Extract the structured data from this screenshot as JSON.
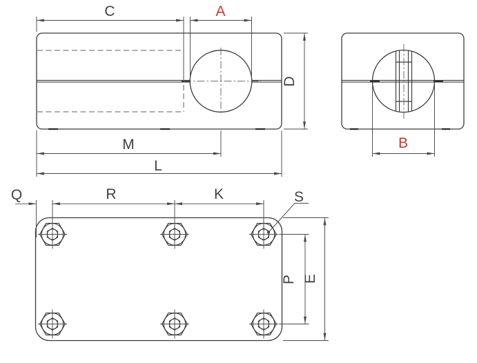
{
  "colors": {
    "background": "#ffffff",
    "line": "#3a3a3a",
    "dim": "#4a4a4a",
    "hidden": "#5f5f5f",
    "tick": "#2c2c2c",
    "text": "#414141",
    "accent": "#c63832"
  },
  "accent_labels": [
    "A",
    "B"
  ],
  "labels": {
    "front": {
      "C": "C",
      "A": "A",
      "D": "D",
      "M": "M",
      "L": "L"
    },
    "side": {
      "B": "B"
    },
    "bottom": {
      "Q": "Q",
      "R": "R",
      "K": "K",
      "S": "S",
      "P": "P",
      "E": "E"
    }
  }
}
